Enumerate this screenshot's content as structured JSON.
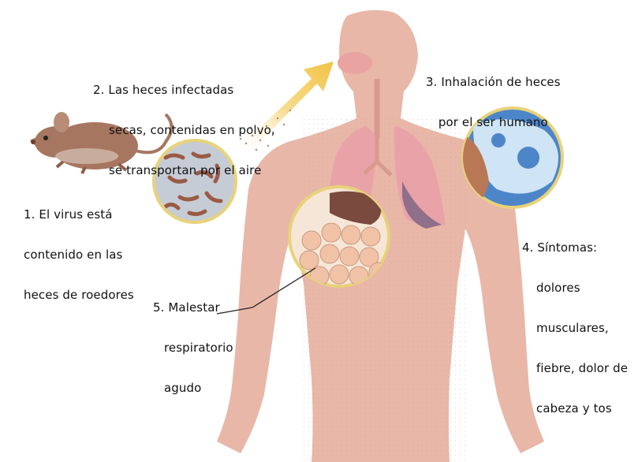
{
  "labels": {
    "step1": {
      "line1": "1. El virus está",
      "line2": "contenido en las",
      "line3": "heces de roedores"
    },
    "step2": {
      "line1": "2. Las heces infectadas",
      "line2": "secas, contenidas en polvo,",
      "line3": "se transportan por el aire"
    },
    "step3": {
      "line1": "3. Inhalación de heces",
      "line2": "por el ser humano"
    },
    "step4": {
      "line1": "4. Síntomas:",
      "line2": "dolores",
      "line3": "musculares,",
      "line4": "fiebre, dolor de",
      "line5": "cabeza y tos"
    },
    "step5": {
      "line1": "5. Malestar",
      "line2": "respiratorio",
      "line3": "agudo"
    }
  },
  "colors": {
    "body": "#e8b7a8",
    "body_shade": "#dba595",
    "lung": "#e9a3a8",
    "lung_dark": "#8f6f8a",
    "rodent": "#a67660",
    "droppings": "#9a5a45",
    "lens_rim": "#e8d27a",
    "lens_bg": "#c5ccd6",
    "virus_bg": "#4d86c8",
    "alveoli": "#f1c2a6",
    "air_arrow": "#f5cf66"
  }
}
